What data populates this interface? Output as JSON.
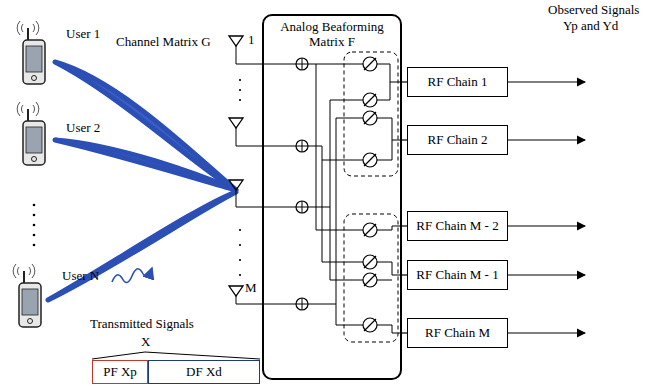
{
  "diagram": {
    "nodes": [
      {
        "text": [
          "Analog Beaforming Matrix F"
        ]
      },
      {
        "text": [
          "RF Chain 1"
        ]
      },
      {
        "text": [
          "RF Chain 2"
        ]
      },
      {
        "text": [
          "RF Chain M - 2"
        ]
      },
      {
        "text": [
          "RF Chain M - 1"
        ]
      },
      {
        "text": [
          "RF Chain M"
        ]
      },
      {
        "text": [
          "PF Xp"
        ]
      },
      {
        "text": [
          "DF Xd"
        ]
      }
    ],
    "edges": [
      {
        "from": 0,
        "to": 1,
        "arrow": "none"
      },
      {
        "from": 0,
        "to": 2,
        "arrow": "none"
      },
      {
        "from": 0,
        "to": 3,
        "arrow": "none"
      },
      {
        "from": 0,
        "to": 4,
        "arrow": "none"
      },
      {
        "from": 0,
        "to": 5,
        "arrow": "none"
      }
    ],
    "labels": [
      "User 1",
      "User 2",
      "User N",
      "Channel Matrix G",
      "Transmitted Signals",
      "X",
      "1",
      "M",
      "Observed Signals",
      "Yp and Yd"
    ]
  }
}
